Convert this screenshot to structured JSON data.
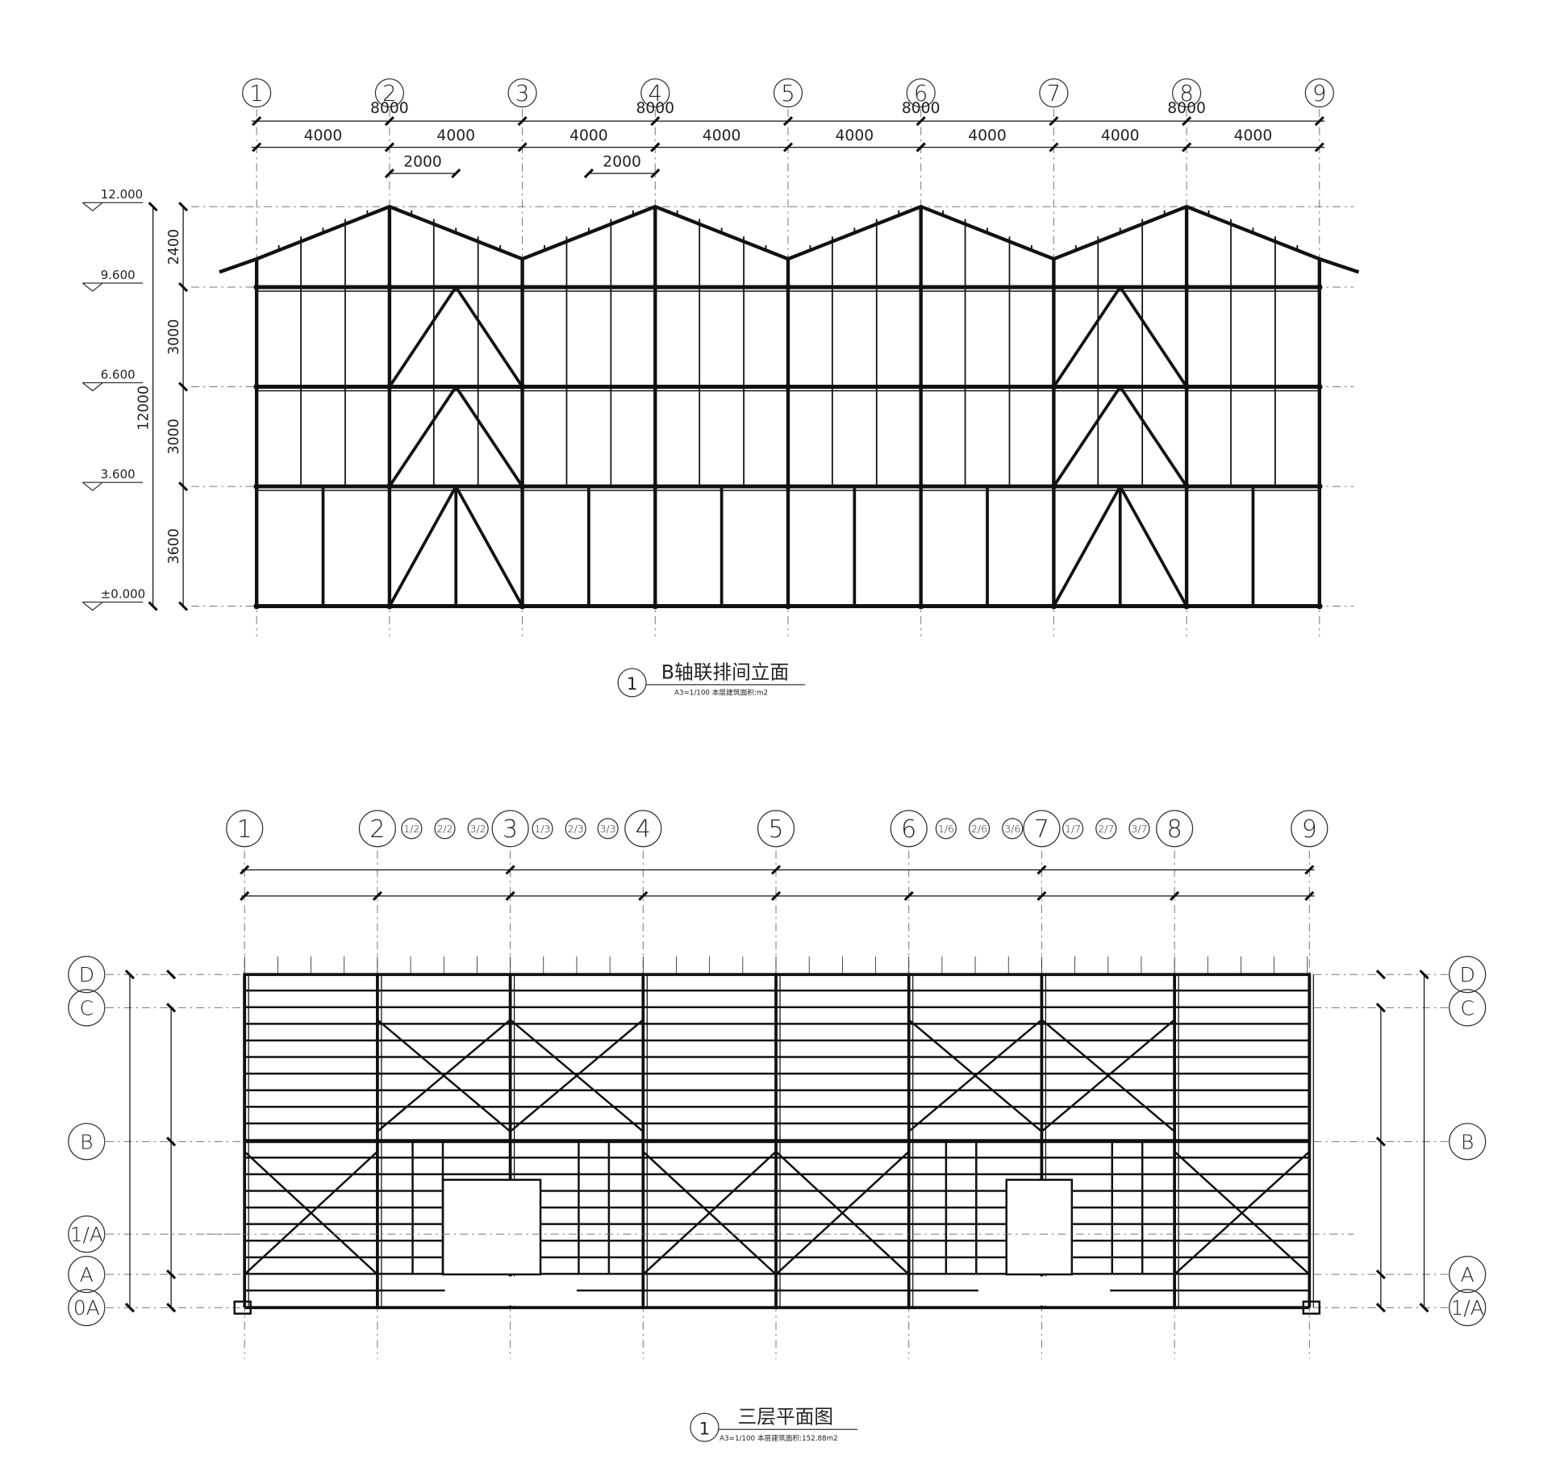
{
  "elevation": {
    "title": "B轴联排间立面",
    "subtitle": "A3=1/100 本层建筑面积:m2",
    "index": "1",
    "axes": [
      "1",
      "2",
      "3",
      "4",
      "5",
      "6",
      "7",
      "8",
      "9"
    ],
    "dims_8000": [
      "8000",
      "8000",
      "8000",
      "8000"
    ],
    "dims_4000": [
      "4000",
      "4000",
      "4000",
      "4000",
      "4000",
      "4000",
      "4000",
      "4000"
    ],
    "dims_2000": [
      "2000",
      "2000"
    ],
    "levels": [
      "12.000",
      "9.600",
      "6.600",
      "3.600",
      "±0.000"
    ],
    "vertical_dims": [
      "2400",
      "3000",
      "3000",
      "3600"
    ],
    "total_height": "12000"
  },
  "plan": {
    "title": "三层平面图",
    "subtitle": "A3=1/100 本层建筑面积:152.88m2",
    "index": "1",
    "axes": [
      "1",
      "2",
      "3",
      "4",
      "5",
      "6",
      "7",
      "8",
      "9"
    ],
    "sub_axes": [
      "1/2",
      "2/2",
      "3/2",
      "1/3",
      "2/3",
      "3/3",
      "1/6",
      "2/6",
      "3/6",
      "1/7",
      "2/7",
      "3/7"
    ],
    "rows_left": [
      "D",
      "C",
      "B",
      "1/A",
      "A",
      "0A"
    ],
    "rows_right": [
      "D",
      "C",
      "B",
      "A",
      "1/A"
    ]
  },
  "colors": {
    "line": "#111111",
    "dash": "#777777"
  }
}
